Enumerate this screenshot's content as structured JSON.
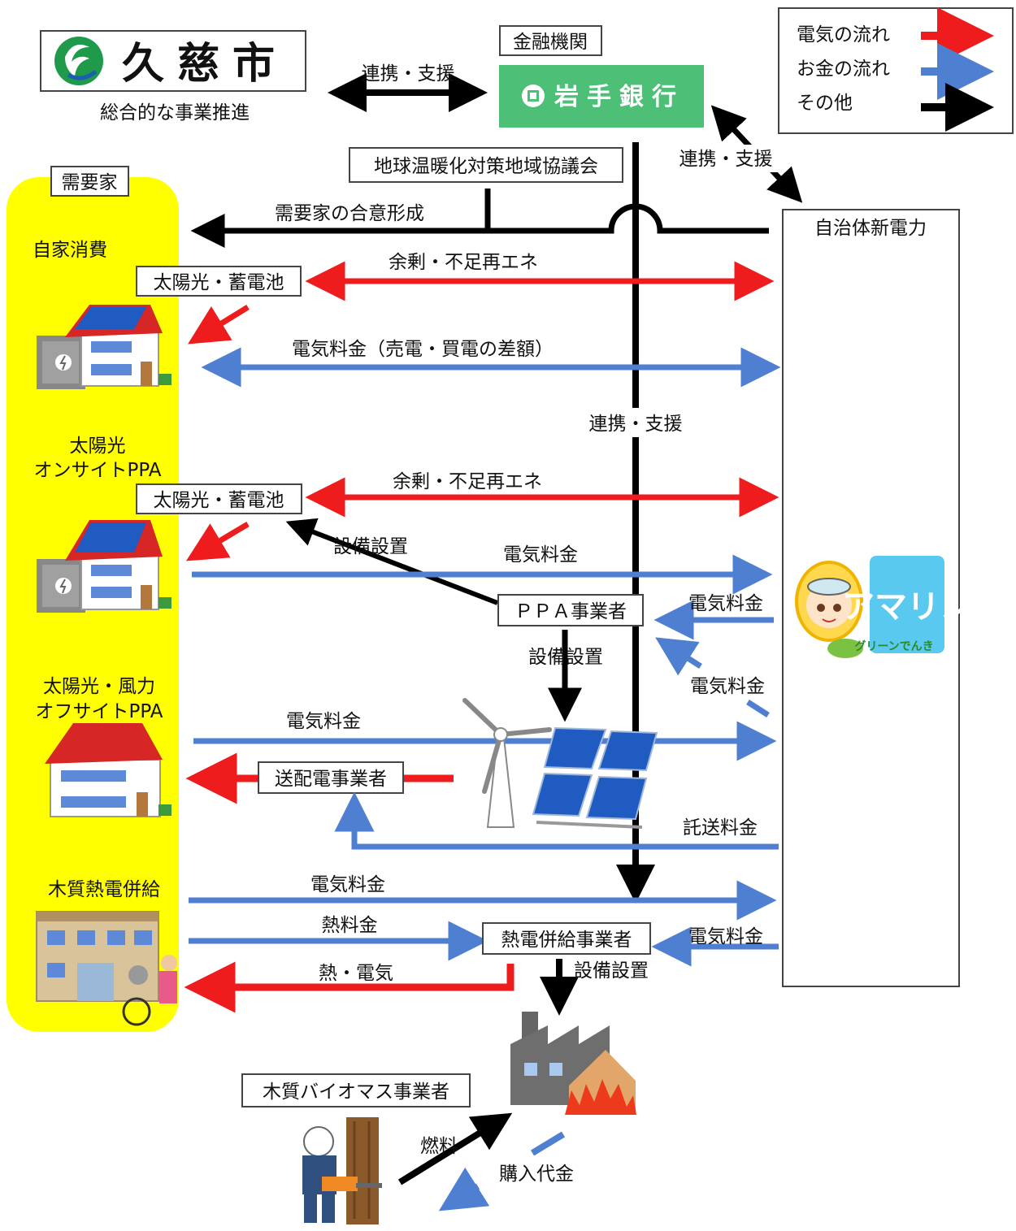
{
  "legend": {
    "electricity": "電気の流れ",
    "money": "お金の流れ",
    "other": "その他"
  },
  "colors": {
    "electricity": "#ee1c1c",
    "money": "#4f7fd0",
    "other": "#000000",
    "consumer_band": "#ffff00",
    "bank_green": "#4dbf77"
  },
  "city": {
    "name": "久慈市",
    "subtitle": "総合的な事業推進"
  },
  "bank": {
    "category": "金融機関",
    "name": "岩手銀行"
  },
  "council": "地球温暖化対策地域協議会",
  "consumers_title": "需要家",
  "utility": "自治体新電力",
  "mascot": {
    "name": "アマリン",
    "sub": "グリーンでんき"
  },
  "labels": {
    "cooperation": "連携・支援",
    "city_bank_link": "連携・支援",
    "bank_utility_link": "連携・支援",
    "consensus": "需要家の合意形成",
    "surplus1": "余剰・不足再エネ",
    "surplus2": "余剰・不足再エネ",
    "fee_diff": "電気料金（売電・買電の差額）",
    "equip_setup": "設備設置",
    "equip_setup2": "設備設置",
    "equip_setup3": "設備設置",
    "elec_fee_onsite": "電気料金",
    "elec_fee_ppa1": "電気料金",
    "elec_fee_ppa2": "電気料金",
    "elec_fee_offsite": "電気料金",
    "transmission_fee": "託送料金",
    "elec_fee_wood": "電気料金",
    "heat_fee": "熱料金",
    "elec_fee_chp": "電気料金",
    "heat_elec": "熱・電気",
    "fuel": "燃料",
    "purchase_price": "購入代金"
  },
  "sections": {
    "self": "自家消費",
    "onsite_line1": "太陽光",
    "onsite_line2": "オンサイトPPA",
    "offsite_line1": "太陽光・風力",
    "offsite_line2": "オフサイトPPA",
    "wood": "木質熱電併給"
  },
  "boxes": {
    "solar_battery1": "太陽光・蓄電池",
    "solar_battery2": "太陽光・蓄電池",
    "ppa_operator": "ＰＰＡ事業者",
    "grid_operator": "送配電事業者",
    "chp_operator": "熱電併給事業者",
    "biomass_operator": "木質バイオマス事業者"
  }
}
